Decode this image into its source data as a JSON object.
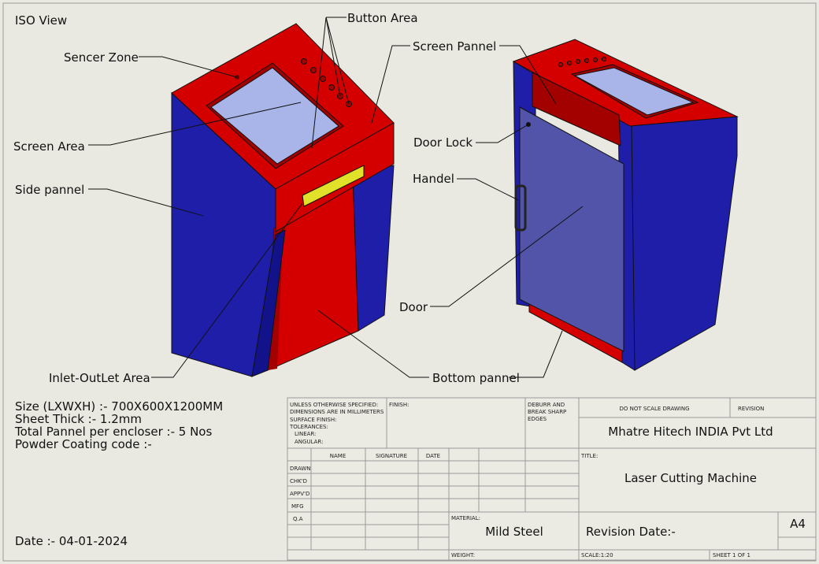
{
  "view_title": "ISO View",
  "callouts": {
    "button_area": "Button Area",
    "sencer_zone": "Sencer Zone",
    "screen_area": "Screen Area",
    "side_pannel": "Side pannel",
    "inlet_outlet": "Inlet-OutLet Area",
    "screen_pannel": "Screen Pannel",
    "door_lock": "Door Lock",
    "handel": "Handel",
    "door": "Door",
    "bottom_pannel": "Bottom pannel"
  },
  "specs": {
    "size": "Size (LXWXH) :- 700X600X1200MM",
    "sheet_thick": "Sheet Thick :- 1.2mm",
    "total_pannel": "Total Pannel per encloser :- 5 Nos",
    "powder_coating": "Powder Coating code :-",
    "date": "Date :- 04-01-2024"
  },
  "title_block": {
    "unless_lines": [
      "UNLESS OTHERWISE SPECIFIED:",
      "DIMENSIONS ARE IN MILLIMETERS",
      "SURFACE FINISH:",
      "TOLERANCES:",
      "LINEAR:",
      "ANGULAR:"
    ],
    "finish": "FINISH:",
    "deburr_lines": [
      "DEBURR AND",
      "BREAK SHARP",
      "EDGES"
    ],
    "do_not_scale": "DO NOT SCALE DRAWING",
    "revision": "REVISION",
    "company": "Mhatre Hitech INDIA Pvt Ltd",
    "col_name": "NAME",
    "col_signature": "SIGNATURE",
    "col_date": "DATE",
    "rows": [
      "DRAWN",
      "CHK'D",
      "APPV'D",
      "MFG",
      "Q.A"
    ],
    "title_label": "TITLE:",
    "title": "Laser Cutting Machine",
    "material_label": "MATERIAL:",
    "material": "Mild Steel",
    "revision_date": "Revision Date:-",
    "size_code": "A4",
    "weight": "WEIGHT:",
    "scale": "SCALE:1:20",
    "sheet": "SHEET 1 OF 1"
  },
  "colors": {
    "red": "#d40000",
    "red_dark": "#a30000",
    "blue": "#1e1ea8",
    "blue_dark": "#12128a",
    "glass": "#a9b4e8",
    "door": "#5154a8",
    "handle_yellow": "#e1e12a"
  }
}
